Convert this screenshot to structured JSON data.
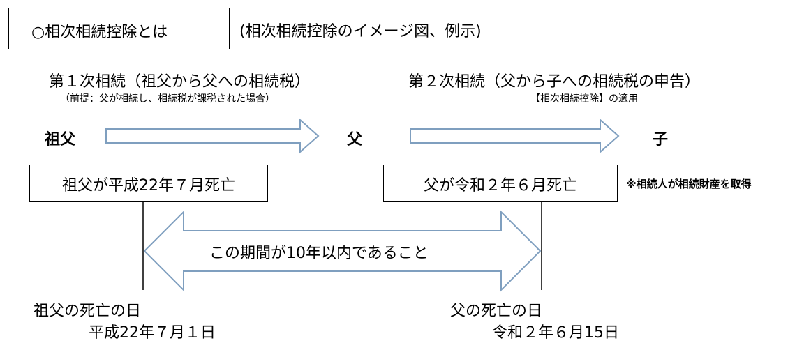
{
  "title": "○相次相続控除とは",
  "subtitle": "(相次相続控除のイメージ図、例示)",
  "first": {
    "heading": "第１次相続（祖父から父への相続税）",
    "note": "（前提：父が相続し、相続税が課税された場合）"
  },
  "second": {
    "heading": "第２次相続（父から子への相続税の申告）",
    "note": "【相次相続控除】の適用"
  },
  "nodes": {
    "grandfather": "祖父",
    "father": "父",
    "child": "子"
  },
  "events": {
    "grandfather_death": "祖父が平成22年７月死亡",
    "father_death": "父が令和２年６月死亡"
  },
  "side_note": "※相続人が相続財産を取得",
  "period": "この期間が10年以内であること",
  "dates": {
    "grandfather_label": "祖父の死亡の日",
    "grandfather_date": "平成22年７月１日",
    "father_label": "父の死亡の日",
    "father_date": "令和２年６月15日"
  },
  "colors": {
    "arrow_stroke": "#7f9fbf",
    "arrow_fill": "#ffffff",
    "line": "#000000"
  }
}
